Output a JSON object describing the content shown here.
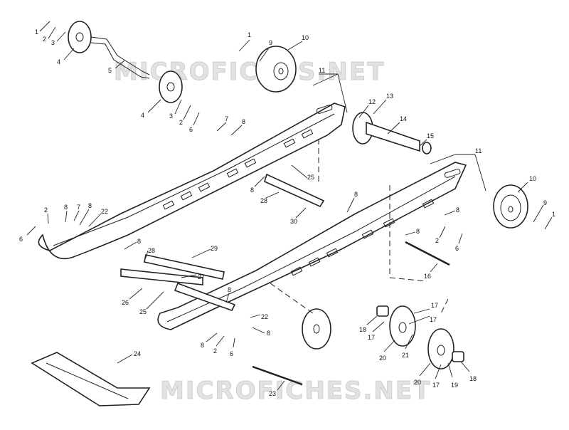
{
  "watermark": "MICROFICHES.NET",
  "callouts": [
    {
      "id": "c1a",
      "label": "1"
    },
    {
      "id": "c2a",
      "label": "2"
    },
    {
      "id": "c3a",
      "label": "3"
    },
    {
      "id": "c4a",
      "label": "4"
    },
    {
      "id": "c5a",
      "label": "5"
    },
    {
      "id": "c4b",
      "label": "4"
    },
    {
      "id": "c3b",
      "label": "3"
    },
    {
      "id": "c2b",
      "label": "2"
    },
    {
      "id": "c6a",
      "label": "6"
    },
    {
      "id": "c1b",
      "label": "1"
    },
    {
      "id": "c9a",
      "label": "9"
    },
    {
      "id": "c10a",
      "label": "10"
    },
    {
      "id": "c11a",
      "label": "11"
    },
    {
      "id": "c12",
      "label": "12"
    },
    {
      "id": "c13",
      "label": "13"
    },
    {
      "id": "c14",
      "label": "14"
    },
    {
      "id": "c15",
      "label": "15"
    },
    {
      "id": "c11b",
      "label": "11"
    },
    {
      "id": "c7a",
      "label": "7"
    },
    {
      "id": "c8a",
      "label": "8"
    },
    {
      "id": "c25a",
      "label": "25"
    },
    {
      "id": "c8b",
      "label": "8"
    },
    {
      "id": "c28a",
      "label": "28"
    },
    {
      "id": "c8c",
      "label": "8"
    },
    {
      "id": "c30",
      "label": "30"
    },
    {
      "id": "c10b",
      "label": "10"
    },
    {
      "id": "c9b",
      "label": "9"
    },
    {
      "id": "c1c",
      "label": "1"
    },
    {
      "id": "c8d",
      "label": "8"
    },
    {
      "id": "c8e",
      "label": "8"
    },
    {
      "id": "c2c",
      "label": "2"
    },
    {
      "id": "c6b",
      "label": "6"
    },
    {
      "id": "c16",
      "label": "16"
    },
    {
      "id": "c2d",
      "label": "2"
    },
    {
      "id": "c8f",
      "label": "8"
    },
    {
      "id": "c7b",
      "label": "7"
    },
    {
      "id": "c8g",
      "label": "8"
    },
    {
      "id": "c22a",
      "label": "22"
    },
    {
      "id": "c6c",
      "label": "6"
    },
    {
      "id": "c8h",
      "label": "8"
    },
    {
      "id": "c28b",
      "label": "28"
    },
    {
      "id": "c29",
      "label": "29"
    },
    {
      "id": "c27",
      "label": "27"
    },
    {
      "id": "c26",
      "label": "26"
    },
    {
      "id": "c25b",
      "label": "25"
    },
    {
      "id": "c8i",
      "label": "8"
    },
    {
      "id": "c22b",
      "label": "22"
    },
    {
      "id": "c8j",
      "label": "8"
    },
    {
      "id": "c8k",
      "label": "8"
    },
    {
      "id": "c2e",
      "label": "2"
    },
    {
      "id": "c6d",
      "label": "6"
    },
    {
      "id": "c23",
      "label": "23"
    },
    {
      "id": "c24",
      "label": "24"
    },
    {
      "id": "c17a",
      "label": "17"
    },
    {
      "id": "c17b",
      "label": "17"
    },
    {
      "id": "c18a",
      "label": "18"
    },
    {
      "id": "c17c",
      "label": "17"
    },
    {
      "id": "c20a",
      "label": "20"
    },
    {
      "id": "c21",
      "label": "21"
    },
    {
      "id": "c20b",
      "label": "20"
    },
    {
      "id": "c17d",
      "label": "17"
    },
    {
      "id": "c19",
      "label": "19"
    },
    {
      "id": "c18b",
      "label": "18"
    }
  ]
}
